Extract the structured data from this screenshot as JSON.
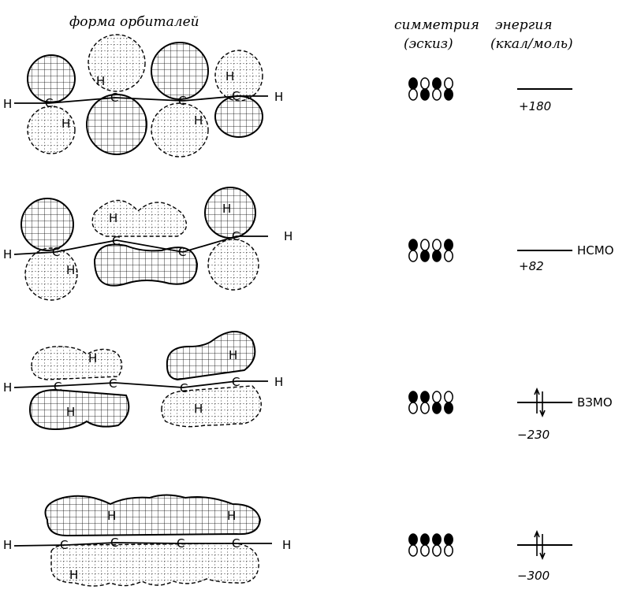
{
  "headers": {
    "shape": "форма орбиталей",
    "symmetry_l1": "симметрия",
    "symmetry_l2": "(эскиз)",
    "energy_l1": "энергия",
    "energy_l2": "(ккал/моль)"
  },
  "atom_labels": {
    "carbon": "C",
    "hydrogen": "H"
  },
  "orbitals": [
    {
      "symmetry": [
        "up-filled",
        "down-filled",
        "up-filled",
        "down-filled"
      ],
      "energy": "+180",
      "side_label": "",
      "electrons": 0
    },
    {
      "symmetry": [
        "up-filled",
        "down-filled",
        "down-filled",
        "up-filled"
      ],
      "energy": "+82",
      "side_label": "НСМО",
      "electrons": 0
    },
    {
      "symmetry": [
        "up-filled",
        "up-filled",
        "down-filled",
        "down-filled"
      ],
      "energy": "−230",
      "side_label": "ВЗМО",
      "electrons": 2
    },
    {
      "symmetry": [
        "up-filled",
        "up-filled",
        "up-filled",
        "up-filled"
      ],
      "energy": "−300",
      "side_label": "",
      "electrons": 2
    }
  ]
}
